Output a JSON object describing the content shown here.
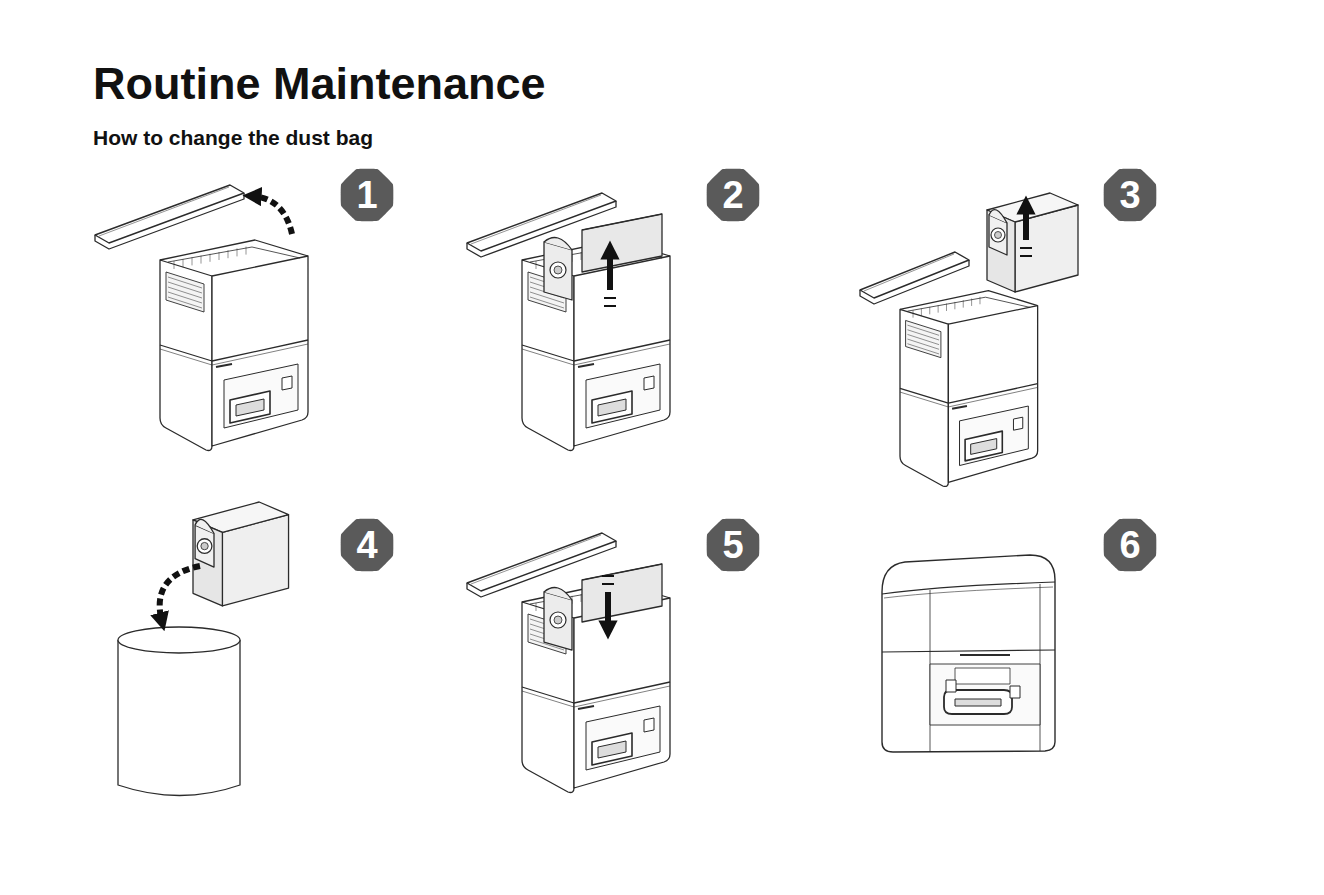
{
  "diagram": {
    "title": "Routine Maintenance",
    "labels": [
      "How to change the dust bag",
      "1",
      "2",
      "3",
      "4",
      "5",
      "6"
    ]
  }
}
